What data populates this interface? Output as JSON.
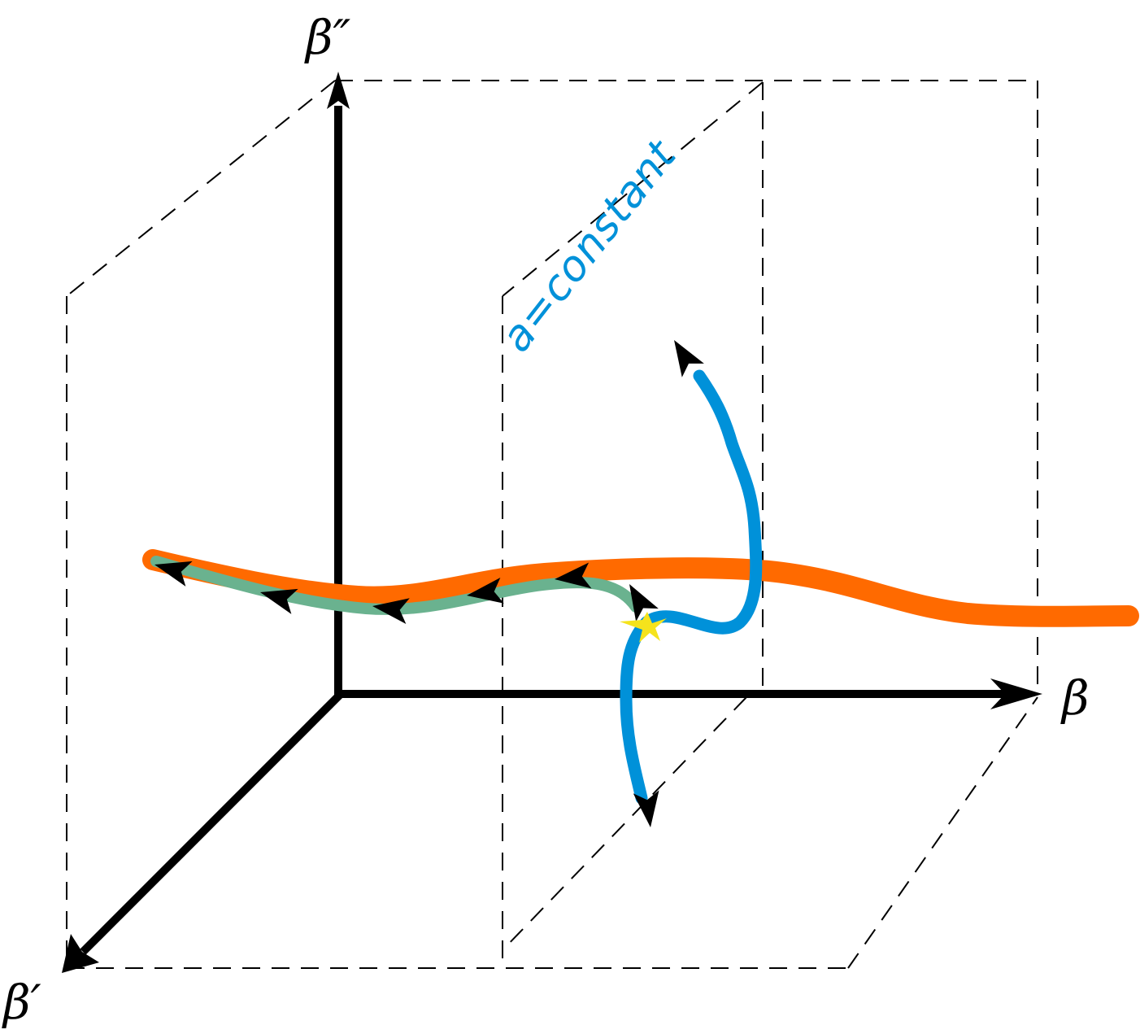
{
  "axes": {
    "beta": "β",
    "beta_prime": "β′",
    "beta_double_prime": "β″"
  },
  "plane": {
    "label": "a=constant"
  },
  "colors": {
    "axis": "#000000",
    "dashed": "#000000",
    "orange_curve": "#ff6a00",
    "green_curve": "#6ab28f",
    "blue_curve": "#0091d9",
    "fixed_point": "#f5e31c",
    "label_blue": "#0091d9"
  },
  "icons": {
    "arrowhead": "black-triangle-arrowhead",
    "fixed_point": "yellow-star"
  }
}
